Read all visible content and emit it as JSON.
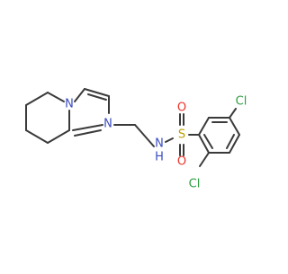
{
  "molecule": {
    "atom_colors": {
      "N": "#3b4cc0",
      "S": "#b8a000",
      "O": "#e8332a",
      "Cl": "#2ea043",
      "H": "#3b4cc0",
      "bond": "#3a3a3a"
    },
    "atom_labels": {
      "n_bridge": "N",
      "n_imine": "N",
      "n_amide": "N",
      "h_amide": "H",
      "sulfur": "S",
      "oxygen_top": "O",
      "oxygen_bottom": "O",
      "chlorine_top": "Cl",
      "chlorine_bottom": "Cl"
    }
  }
}
